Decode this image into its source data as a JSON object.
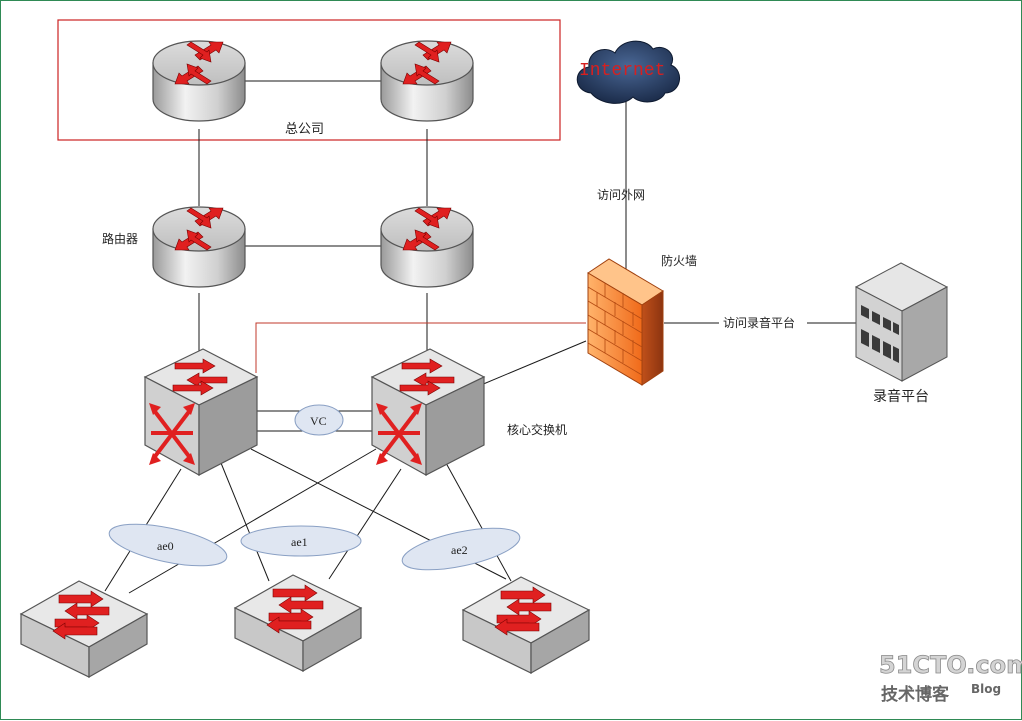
{
  "labels": {
    "hq": "总公司",
    "router": "路由器",
    "internet": "Internet",
    "access_external": "访问外网",
    "firewall": "防火墙",
    "access_recording": "访问录音平台",
    "recording_platform": "录音平台",
    "core_switch": "核心交换机",
    "vc": "VC",
    "ae0": "ae0",
    "ae1": "ae1",
    "ae2": "ae2"
  },
  "watermark": {
    "brand": "51CTO.com",
    "subtitle": "技术博客",
    "blog": "Blog"
  },
  "colors": {
    "hq_box": "#cc2222",
    "red_link": "#c0392b",
    "line": "#1a1a1a",
    "router_body": "#d9d9d9",
    "arrow_red": "#e02020",
    "firewall": "#f07a2a",
    "cloud": "#2a3f63",
    "internet_text": "#d62020",
    "ellipse_fill": "#dfe6f2",
    "ellipse_stroke": "#8aa0c4"
  },
  "icons": [
    "router-icon",
    "switch-icon",
    "core-switch-icon",
    "firewall-icon",
    "cloud-icon",
    "building-icon"
  ]
}
